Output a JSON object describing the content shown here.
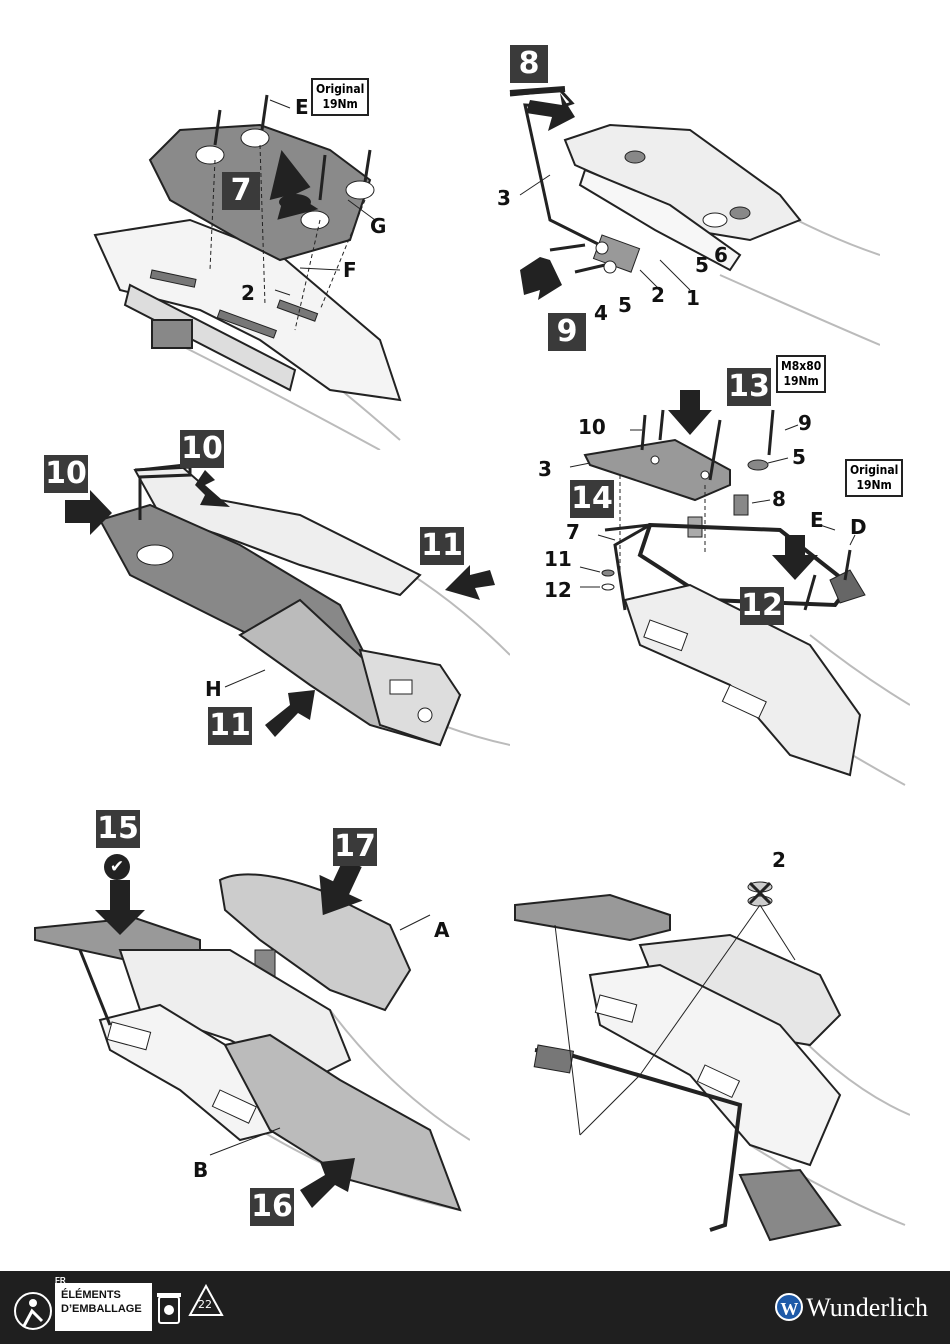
{
  "panel1": {
    "step": "7",
    "torque_line1": "Original",
    "torque_line2": "19Nm",
    "labels": {
      "e": "E",
      "g": "G",
      "f": "F",
      "two": "2"
    }
  },
  "panel2": {
    "step_a": "8",
    "step_b": "9",
    "labels": {
      "three": "3",
      "four": "4",
      "five_a": "5",
      "two": "2",
      "one": "1",
      "five_b": "5",
      "six": "6"
    }
  },
  "panel3": {
    "step_10a": "10",
    "step_10b": "10",
    "step_11a": "11",
    "step_11b": "11",
    "labels": {
      "h": "H"
    }
  },
  "panel4": {
    "step_13": "13",
    "step_14": "14",
    "step_12": "12",
    "torque_a_line1": "M8x80",
    "torque_a_line2": "19Nm",
    "torque_b_line1": "Original",
    "torque_b_line2": "19Nm",
    "labels": {
      "ten": "10",
      "nine": "9",
      "three": "3",
      "five": "5",
      "eight": "8",
      "seven": "7",
      "e": "E",
      "d": "D",
      "eleven": "11",
      "twelve": "12"
    }
  },
  "panel5": {
    "step_15": "15",
    "step_17": "17",
    "step_16": "16",
    "check_symbol": "✔",
    "labels": {
      "a": "A",
      "b": "B"
    }
  },
  "panel6": {
    "labels": {
      "two": "2"
    }
  },
  "footer": {
    "lang": "FR",
    "packaging_line1": "ÉLÉMENTS",
    "packaging_line2": "D’EMBALLAGE",
    "recycle_code": "22",
    "brand": "Wunderlich",
    "brand_mark": "W",
    "bg_color": "#1f1f1f",
    "accent_color": "#1e5aa8"
  }
}
